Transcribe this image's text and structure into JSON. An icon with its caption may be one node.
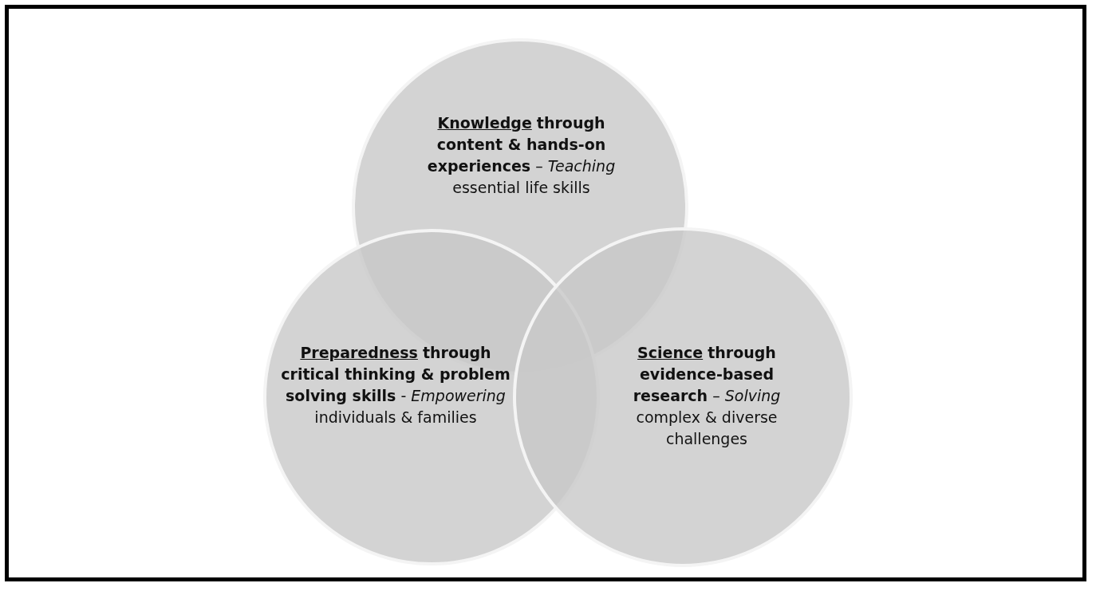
{
  "diagram": {
    "nodes": [
      {
        "text": [
          "**Knowledge** **through content & hands-on experiences** – *Teaching* essential life skills"
        ]
      },
      {
        "text": [
          "**Preparedness** **through critical thinking & problem solving skills** - *Empowering* individuals & families"
        ]
      },
      {
        "text": [
          "**Science** **through evidence-based research** – *Solving* complex & diverse challenges"
        ]
      }
    ]
  }
}
